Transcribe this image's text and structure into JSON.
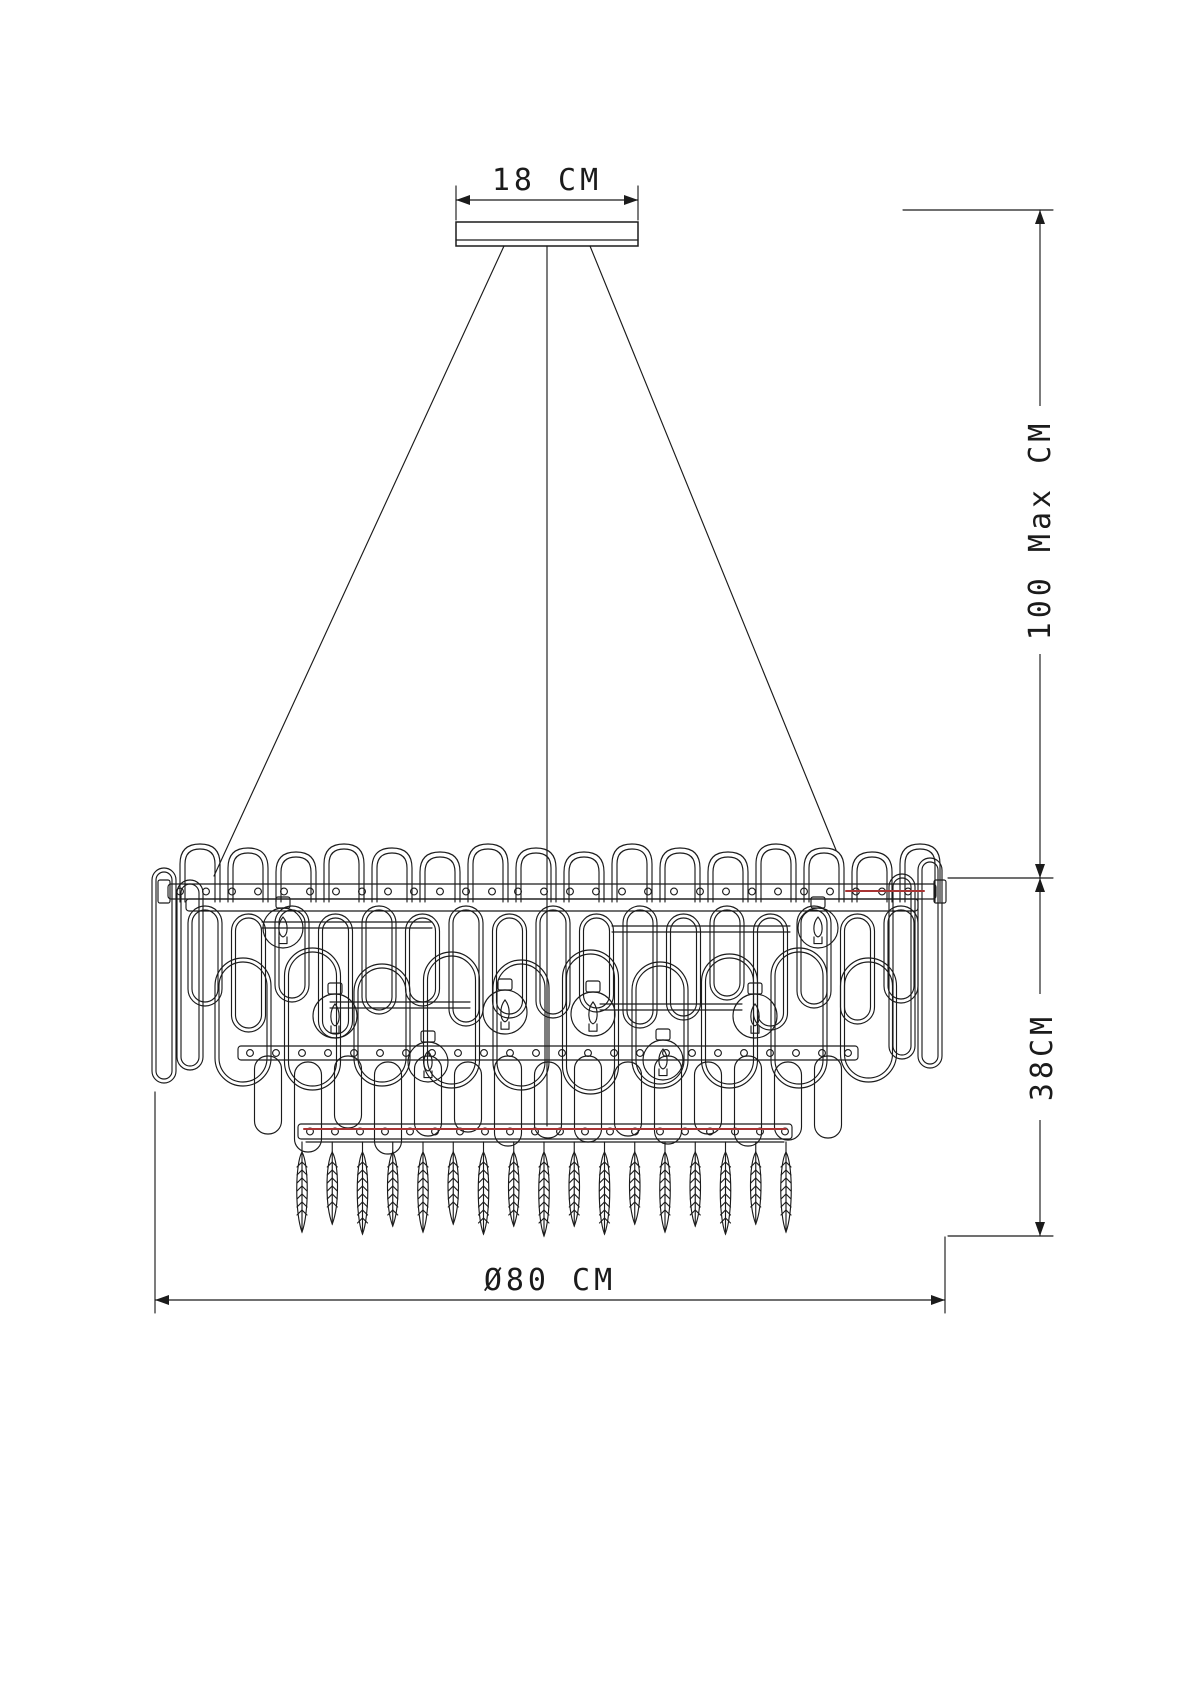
{
  "diagram": {
    "dimensions": {
      "canopy_width": "18 CM",
      "suspension_height": "100 Max CM",
      "body_height": "38CM",
      "diameter": "Ø80 CM"
    },
    "colors": {
      "line": "#1b1b1b",
      "accent_red": "#a83434",
      "background": "#ffffff"
    }
  }
}
